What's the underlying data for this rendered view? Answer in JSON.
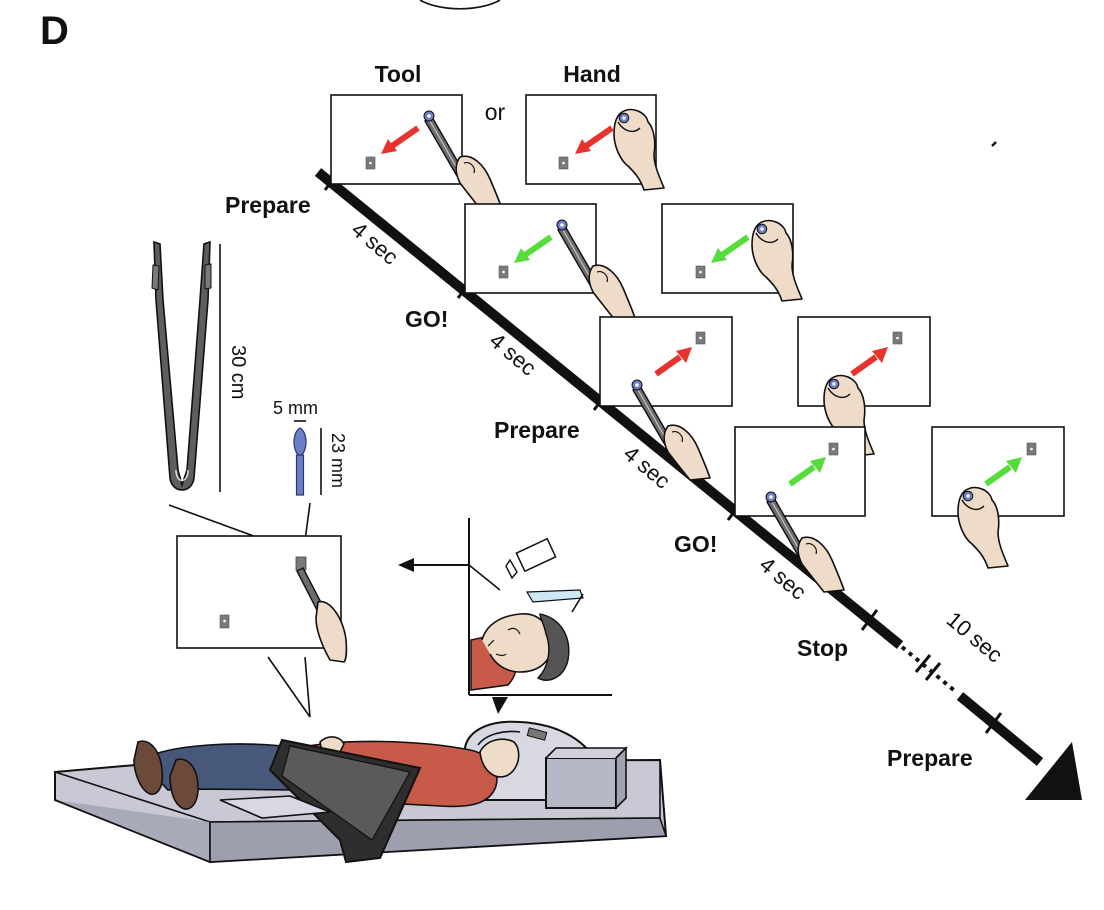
{
  "panel_letter": "D",
  "conditions": {
    "tool": "Tool",
    "or": "or",
    "hand": "Hand"
  },
  "timeline": {
    "events": [
      {
        "label": "Prepare",
        "cue": "red",
        "direction": "toward-target"
      },
      {
        "label": "GO!",
        "cue": "green",
        "direction": "toward-target"
      },
      {
        "label": "Prepare",
        "cue": "red",
        "direction": "toward-target"
      },
      {
        "label": "GO!",
        "cue": "green",
        "direction": "toward-target"
      },
      {
        "label": "Stop"
      },
      {
        "label": "Prepare"
      }
    ],
    "intervals": [
      "4 sec",
      "4 sec",
      "4 sec",
      "4 sec",
      "10 sec"
    ]
  },
  "tool_dimensions": {
    "tongs_length": "30 cm",
    "tip_width": "5 mm",
    "tip_length": "23 mm"
  },
  "colors": {
    "prepare_cue": "#e8322e",
    "go_cue": "#55dd3c",
    "tip": "#6a7fc8",
    "tool": "#6d6d6d"
  }
}
